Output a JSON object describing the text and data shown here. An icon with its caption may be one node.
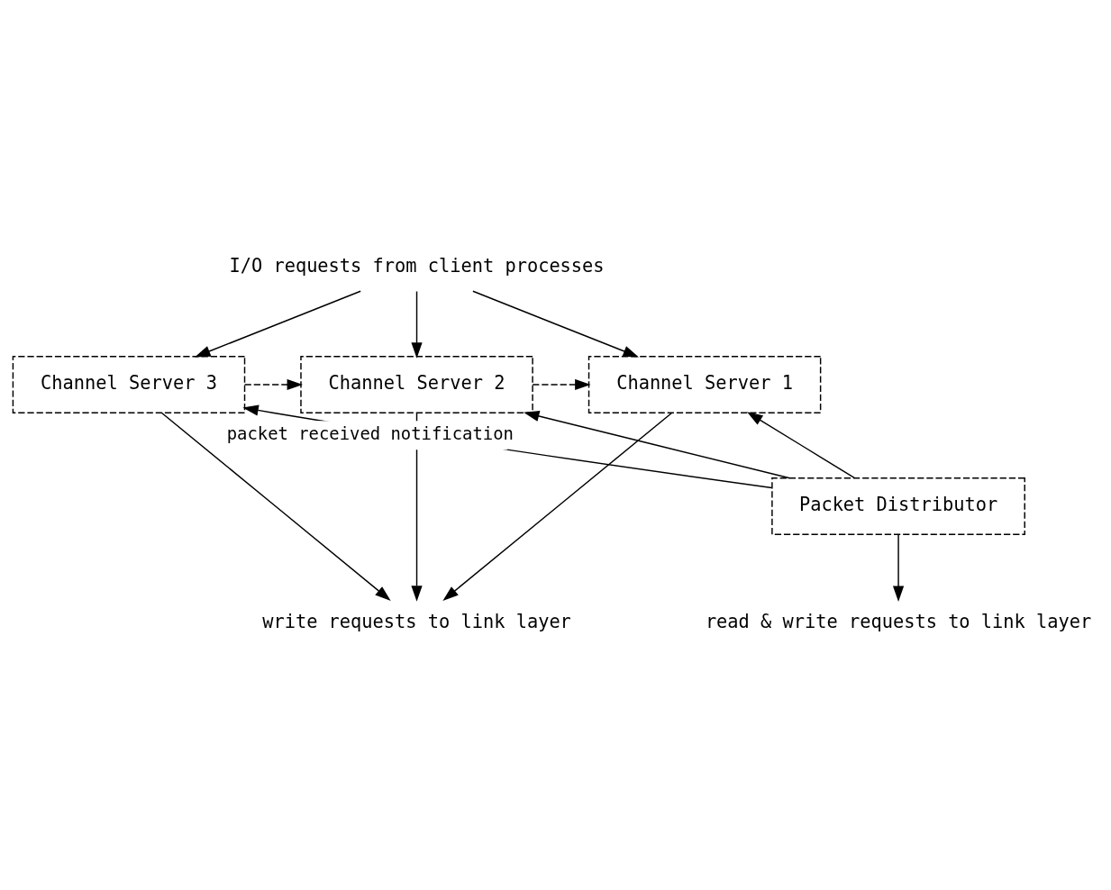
{
  "diagram": {
    "nodes": [
      {
        "text": [
          "I/O requests from client processes"
        ]
      },
      {
        "text": [
          "Channel Server 3"
        ]
      },
      {
        "text": [
          "Channel Server 2"
        ]
      },
      {
        "text": [
          "Channel Server 1"
        ]
      },
      {
        "text": [
          "Packet Distributor"
        ]
      },
      {
        "text": [
          "read & write requests to link layer"
        ]
      },
      {
        "text": [
          "write requests to link layer"
        ]
      }
    ],
    "edges": [
      {
        "from": 0,
        "to": 1,
        "arrow": "to"
      },
      {
        "from": 0,
        "to": 2,
        "arrow": "to"
      },
      {
        "from": 0,
        "to": 3,
        "arrow": "to"
      },
      {
        "from": 1,
        "to": 2,
        "arrow": "to",
        "style": "dashed"
      },
      {
        "from": 2,
        "to": 3,
        "arrow": "to",
        "style": "dashed"
      },
      {
        "from": 4,
        "to": 1,
        "arrow": "to",
        "label": "packet received notification"
      },
      {
        "from": 4,
        "to": 2,
        "arrow": "to"
      },
      {
        "from": 4,
        "to": 3,
        "arrow": "to"
      },
      {
        "from": 4,
        "to": 5,
        "arrow": "to"
      },
      {
        "from": 1,
        "to": 6,
        "arrow": "to"
      },
      {
        "from": 2,
        "to": 6,
        "arrow": "to"
      },
      {
        "from": 3,
        "to": 6,
        "arrow": "to"
      }
    ]
  }
}
